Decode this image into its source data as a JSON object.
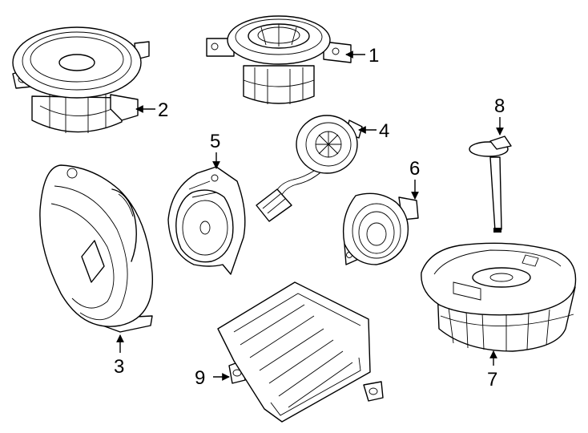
{
  "diagram": {
    "parts": [
      {
        "id": "part-1",
        "label": "1"
      },
      {
        "id": "part-2",
        "label": "2"
      },
      {
        "id": "part-3",
        "label": "3"
      },
      {
        "id": "part-4",
        "label": "4"
      },
      {
        "id": "part-5",
        "label": "5"
      },
      {
        "id": "part-6",
        "label": "6"
      },
      {
        "id": "part-7",
        "label": "7"
      },
      {
        "id": "part-8",
        "label": "8"
      },
      {
        "id": "part-9",
        "label": "9"
      }
    ],
    "colors": {
      "line": "#000000",
      "background": "#ffffff"
    }
  }
}
